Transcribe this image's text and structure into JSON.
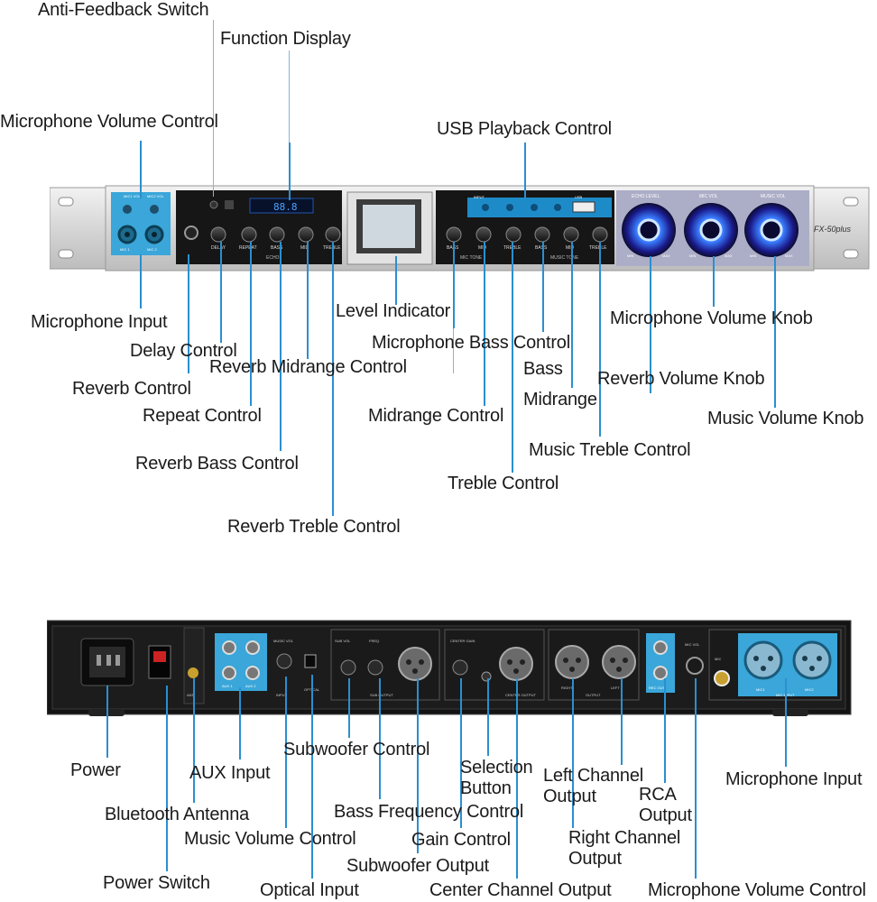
{
  "front_panel": {
    "model": "FX-50plus",
    "tiny_labels": {
      "mic1_vol": "MIC1 VOL",
      "mic2_vol": "MIC2 VOL",
      "mic1": "MIC 1",
      "mic2": "MIC 2",
      "delay": "DELAY",
      "repeat": "REPEAT",
      "bass": "BASS",
      "mid": "MID",
      "treble": "TREBLE",
      "echo": "ECHO",
      "mic_tone": "MIC TONE",
      "music_tone": "MUSIC TONE",
      "input": "INPUT",
      "usb": "USB",
      "echo_level": "ECHO LEVEL",
      "mic_vol": "MIC VOL",
      "music_vol": "MUSIC VOL",
      "min": "MIN",
      "max": "MAX"
    },
    "display_text": "88.8"
  },
  "back_panel": {
    "tiny_labels": {
      "ant": "ANT",
      "aux1": "AUX 1",
      "aux2": "AUX 2",
      "music_vol": "MUSIC VOL",
      "input": "INPUT",
      "optical": "OPTICAL",
      "sub_vol": "SUB VOL",
      "freq": "FREQ",
      "sub_output": "SUB OUTPUT",
      "center_gain": "CENTER GAIN",
      "center_output": "CENTER OUTPUT",
      "right": "RIGHT",
      "left": "LEFT",
      "output": "OUTPUT",
      "rec_out": "REC OUT",
      "mic_vol": "MIC VOL",
      "mic": "MIC",
      "mic_input": "MIC INPUT",
      "mic1": "MIC1",
      "mic2": "MIC2"
    }
  },
  "callouts_front": [
    "Anti-Feedback Switch",
    "Function Display",
    "Microphone Volume Control",
    "USB Playback Control",
    "Microphone Input",
    "Level Indicator",
    "Microphone Volume Knob",
    "Delay Control",
    "Reverb Midrange Control",
    "Microphone Bass Control",
    "Bass",
    "Reverb Control",
    "Reverb Volume Knob",
    "Midrange",
    "Repeat Control",
    "Midrange Control",
    "Music Volume Knob",
    "Music Treble Control",
    "Reverb Bass Control",
    "Treble Control",
    "Reverb Treble Control"
  ],
  "callouts_back": [
    "Subwoofer Control",
    "Power",
    "Selection Button",
    "Left Channel Output",
    "AUX Input",
    "Microphone Input",
    "RCA Output",
    "Bluetooth Antenna",
    "Bass Frequency Control",
    "Music Volume Control",
    "Gain Control",
    "Right Channel Output",
    "Subwoofer Output",
    "Power Switch",
    "Optical Input",
    "Center Channel Output",
    "Microphone Volume Control"
  ],
  "colors": {
    "leader": "#2a8fd0",
    "panel_silver": "#d8d8d8",
    "panel_black": "#141414",
    "accent_blue": "#1e88c8"
  }
}
